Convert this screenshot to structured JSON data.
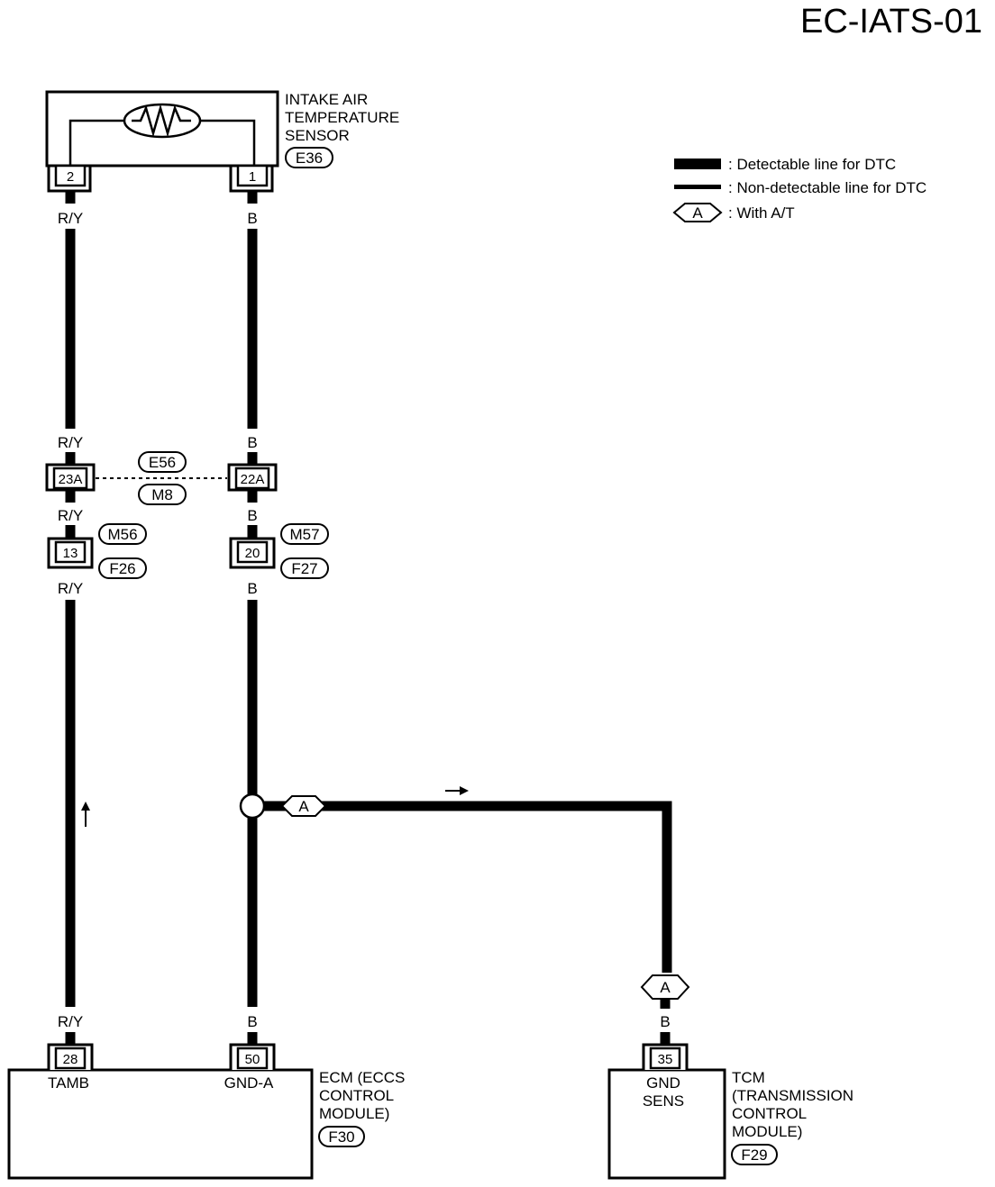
{
  "title": "EC-IATS-01",
  "legend": {
    "detectable": ": Detectable line for DTC",
    "non_detectable": ": Non-detectable line for DTC",
    "option_tag": "A",
    "option_text": ": With A/T"
  },
  "sensor": {
    "name_line1": "INTAKE AIR",
    "name_line2": "TEMPERATURE",
    "name_line3": "SENSOR",
    "connector": "E36",
    "pin_left": "2",
    "pin_right": "1"
  },
  "wires": {
    "left_color": "R/Y",
    "right_color": "B",
    "tcm_color": "B"
  },
  "joint_connectors": {
    "left_pin": "23A",
    "right_pin": "22A",
    "label_top": "E56",
    "label_bottom": "M8"
  },
  "mid_connectors": {
    "left_pin": "13",
    "left_label_top": "M56",
    "left_label_bottom": "F26",
    "right_pin": "20",
    "right_label_top": "M57",
    "right_label_bottom": "F27"
  },
  "branch_tag": "A",
  "tcm_tag": "A",
  "ecm": {
    "pin_left": "28",
    "pin_right": "50",
    "terminal_left": "TAMB",
    "terminal_right": "GND-A",
    "name_line1": "ECM (ECCS",
    "name_line2": "CONTROL",
    "name_line3": "MODULE)",
    "connector": "F30"
  },
  "tcm": {
    "pin": "35",
    "terminal_line1": "GND",
    "terminal_line2": "SENS",
    "name_line1": "TCM",
    "name_line2": "(TRANSMISSION",
    "name_line3": "CONTROL",
    "name_line4": "MODULE)",
    "connector": "F29"
  }
}
